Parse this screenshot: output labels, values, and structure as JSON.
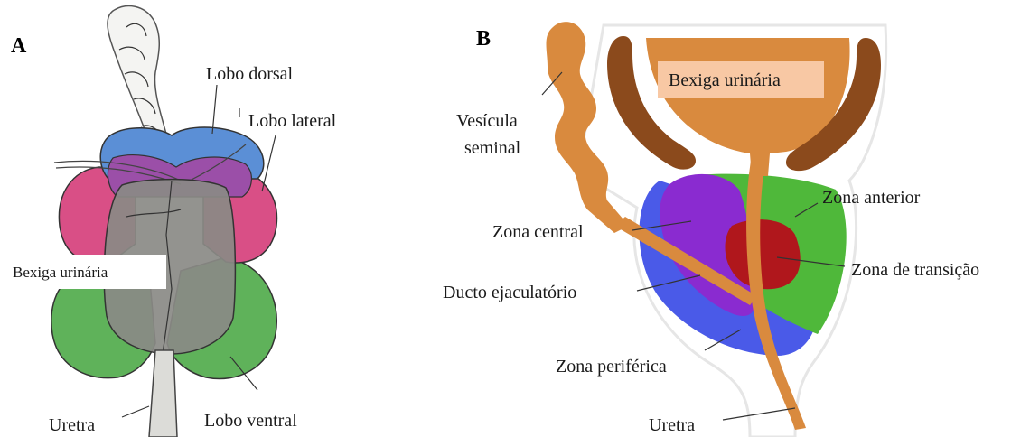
{
  "panels": {
    "a": {
      "letter": "A",
      "labels": {
        "lobo_dorsal": "Lobo dorsal",
        "lobo_lateral": "Lobo lateral",
        "bexiga": "Bexiga urinária",
        "uretra": "Uretra",
        "lobo_ventral": "Lobo ventral"
      }
    },
    "b": {
      "letter": "B",
      "labels": {
        "bexiga": "Bexiga urinária",
        "vesicula_line1": "Vesícula",
        "vesicula_line2": "seminal",
        "zona_anterior": "Zona anterior",
        "zona_central": "Zona central",
        "zona_transicao": "Zona de transição",
        "ducto": "Ducto ejaculatório",
        "zona_periferica": "Zona periférica",
        "uretra": "Uretra"
      }
    }
  },
  "colors": {
    "dorsal_blue": "#5b8fd6",
    "lateral_purple": "#9b4fa8",
    "pink": "#d94f86",
    "ventral_green": "#5fb25a",
    "grey_bladder": "#8a8a86",
    "orange": "#d98a3e",
    "brown": "#8b4a1c",
    "zone_purple": "#8a2bd0",
    "zone_blue": "#4a5ae8",
    "zone_green": "#4fb83a",
    "zone_red": "#b0171c",
    "label_box": "#f8c8a4"
  }
}
